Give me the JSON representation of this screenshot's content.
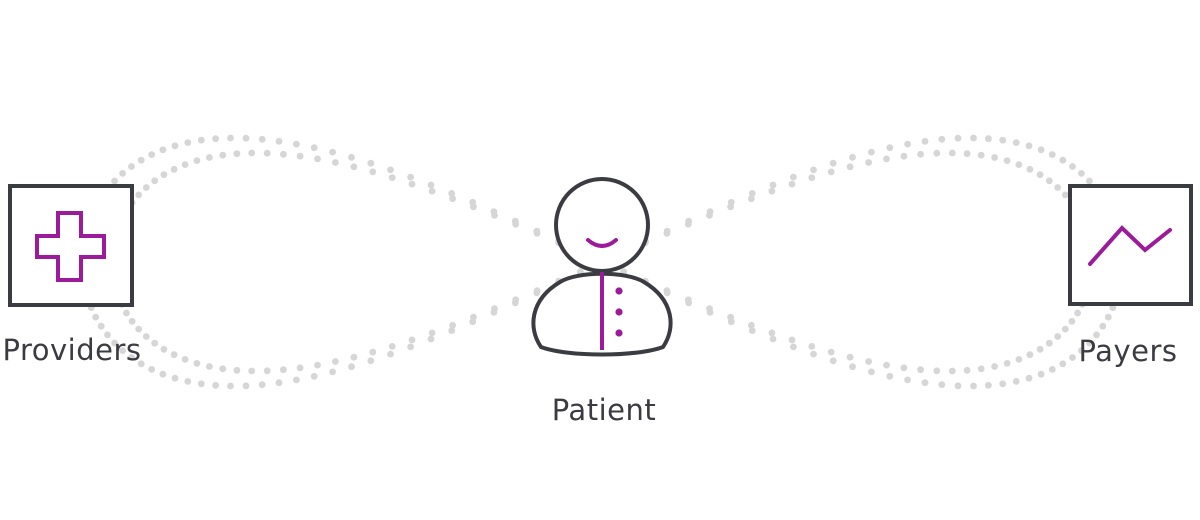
{
  "nodes": {
    "providers": {
      "label": "Providers",
      "icon": "medical-cross-icon"
    },
    "patient": {
      "label": "Patient",
      "icon": "person-icon"
    },
    "payers": {
      "label": "Payers",
      "icon": "trend-line-icon"
    }
  },
  "colors": {
    "outline": "#3b3b42",
    "accent": "#9b1b9b",
    "dots": "#d6d6d6",
    "background": "#ffffff"
  }
}
